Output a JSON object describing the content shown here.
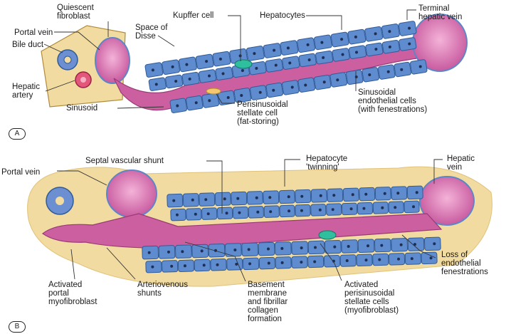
{
  "panel_a": {
    "tag": "A",
    "labels": {
      "quiescent_fibroblast": "Quiescent\nfibroblast",
      "portal_vein": "Portal vein",
      "bile_duct": "Bile duct",
      "hepatic_artery": "Hepatic\nartery",
      "kupffer_cell": "Kupffer cell",
      "space_of_disse": "Space of\nDisse",
      "hepatocytes": "Hepatocytes",
      "terminal_hepatic_vein": "Terminal\nhepatic vein",
      "sinusoid": "Sinusoid",
      "perisinusoidal_stellate_cell": "Perisinusoidal\nstellate cell\n(fat-storing)",
      "sinusoidal_endothelial_cells": "Sinusoidal\nendothelial cells\n(with fenestrations)"
    }
  },
  "panel_b": {
    "tag": "B",
    "labels": {
      "portal_vein": "Portal vein",
      "septal_vascular_shunt": "Septal vascular shunt",
      "hepatocyte_twinning": "Hepatocyte\n'twinning'",
      "hepatic_vein": "Hepatic\nvein",
      "loss_of_fenestrations": "Loss of\nendothelial\nfenestrations",
      "activated_portal_myofibroblast": "Activated\nportal\nmyofibroblast",
      "arteriovenous_shunts": "Arteriovenous\nshunts",
      "basement_membrane": "Basement\nmembrane\nand fibrillar\ncollagen\nformation",
      "activated_stellate_cells": "Activated\nperisinusoidal\nstellate cells\n(myofibroblast)"
    }
  },
  "colors": {
    "sinusoid": "#cc5fa0",
    "sinusoid_edge": "#9a3a78",
    "hepatocyte": "#5e8ccf",
    "hepatocyte_edge": "#2f5b9a",
    "nucleus": "#1e2f55",
    "stroma": "#f1dba0",
    "kupffer": "#2fbf9f",
    "line": "#333333"
  }
}
